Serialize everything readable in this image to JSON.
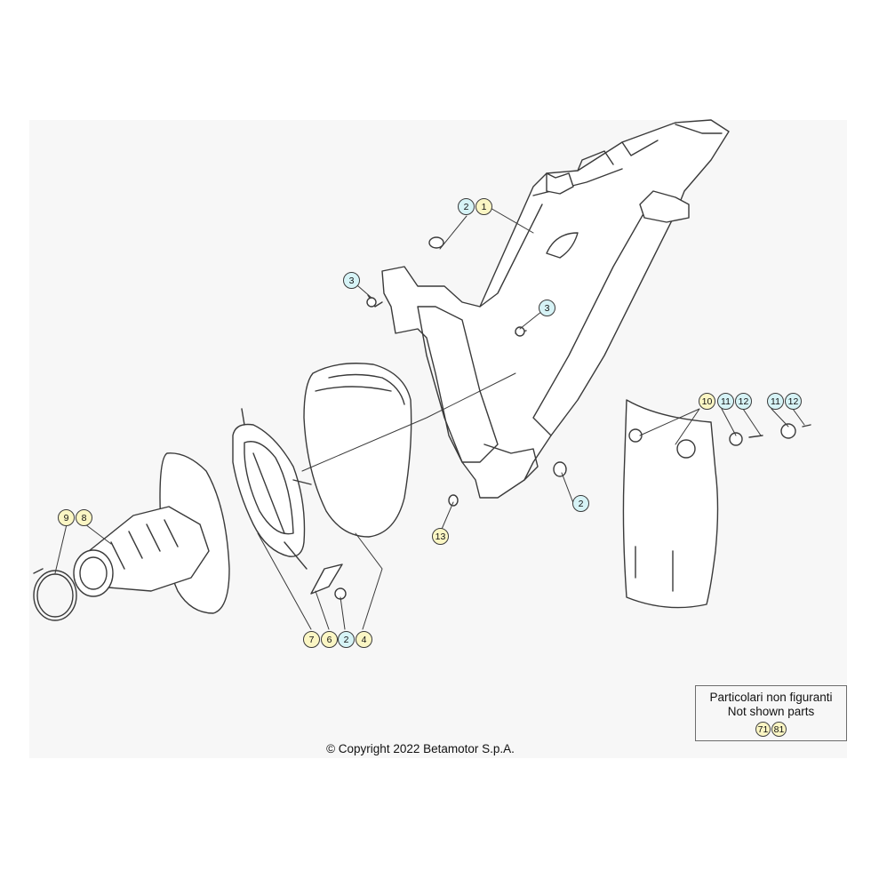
{
  "legend": {
    "line1": "Particolari non figuranti",
    "line2": "Not shown parts",
    "parts": [
      "71",
      "81"
    ]
  },
  "copyright": "© Copyright 2022 Betamotor S.p.A.",
  "colors": {
    "callout_yellow": "#fbf6c4",
    "callout_cyan": "#d6f3f6",
    "line": "#3a3a3a"
  },
  "callouts": {
    "c1": "1",
    "c2a": "2",
    "c3a": "3",
    "c3b": "3",
    "c2b": "2",
    "c13": "13",
    "c10": "10",
    "c11a": "11",
    "c12a": "12",
    "c11b": "11",
    "c12b": "12",
    "c9": "9",
    "c8": "8",
    "c7": "7",
    "c6": "6",
    "c2c": "2",
    "c4": "4"
  }
}
